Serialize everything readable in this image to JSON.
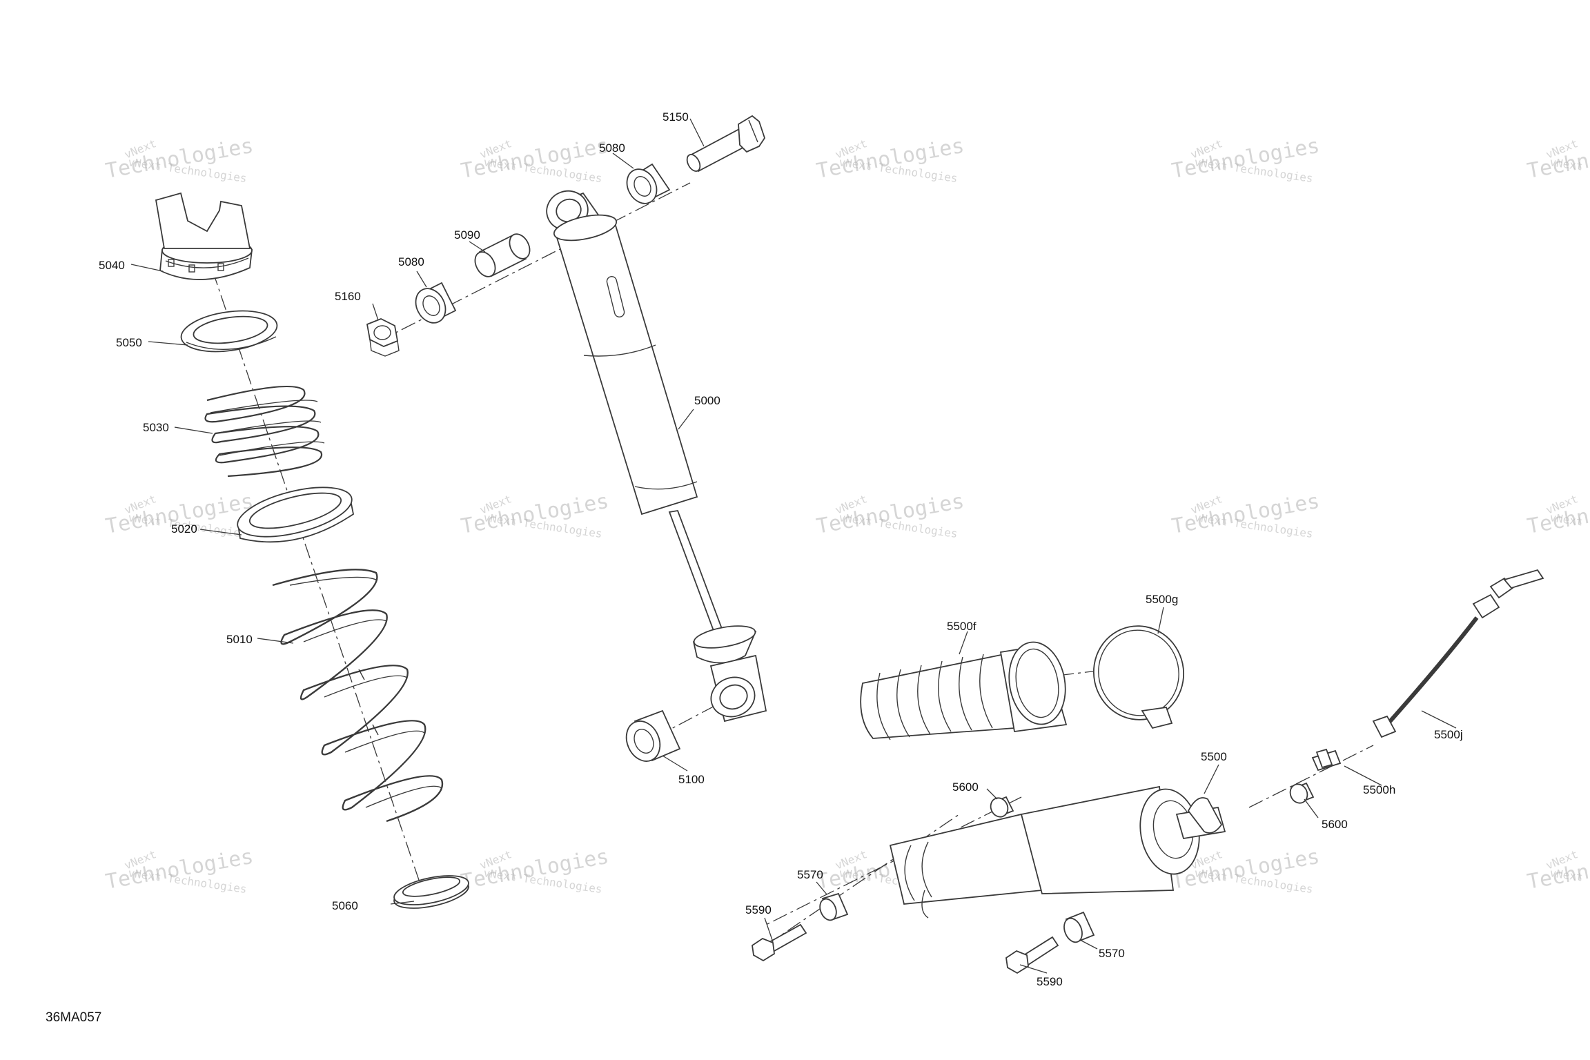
{
  "figure_code": "36MA057",
  "watermark": {
    "line1": "vNext Technologies",
    "line2": "Technologies",
    "mark": "vNext"
  },
  "callouts": {
    "c5040": "5040",
    "c5050": "5050",
    "c5030": "5030",
    "c5020": "5020",
    "c5010": "5010",
    "c5060": "5060",
    "c5160": "5160",
    "c5080a": "5080",
    "c5080b": "5080",
    "c5090": "5090",
    "c5150": "5150",
    "c5000": "5000",
    "c5100": "5100",
    "c5500f": "5500f",
    "c5500g": "5500g",
    "c5500j": "5500j",
    "c5500h": "5500h",
    "c5500": "5500",
    "c5600a": "5600",
    "c5600b": "5600",
    "c5570a": "5570",
    "c5570b": "5570",
    "c5590a": "5590",
    "c5590b": "5590"
  }
}
